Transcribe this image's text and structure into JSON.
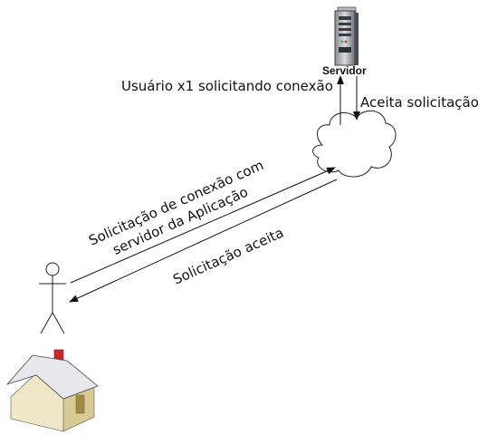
{
  "server": {
    "label": "Servidor",
    "icon": "server-tower-icon"
  },
  "cloud": {
    "icon": "cloud-icon"
  },
  "user": {
    "icon": "stick-figure-icon"
  },
  "house": {
    "icon": "house-icon",
    "colors": {
      "roof": "#e8e8ec",
      "wall_front": "#f0e7c8",
      "wall_side": "#d9c992",
      "chimney": "#c8282a"
    }
  },
  "messages": {
    "user_request": "Usuário x1 solicitando conexão",
    "accept_request": "Aceita solicitação",
    "app_request_line1": "Solicitação de conexão com",
    "app_request_line2": "servidor da Aplicação",
    "request_accepted": "Solicitação aceita"
  }
}
